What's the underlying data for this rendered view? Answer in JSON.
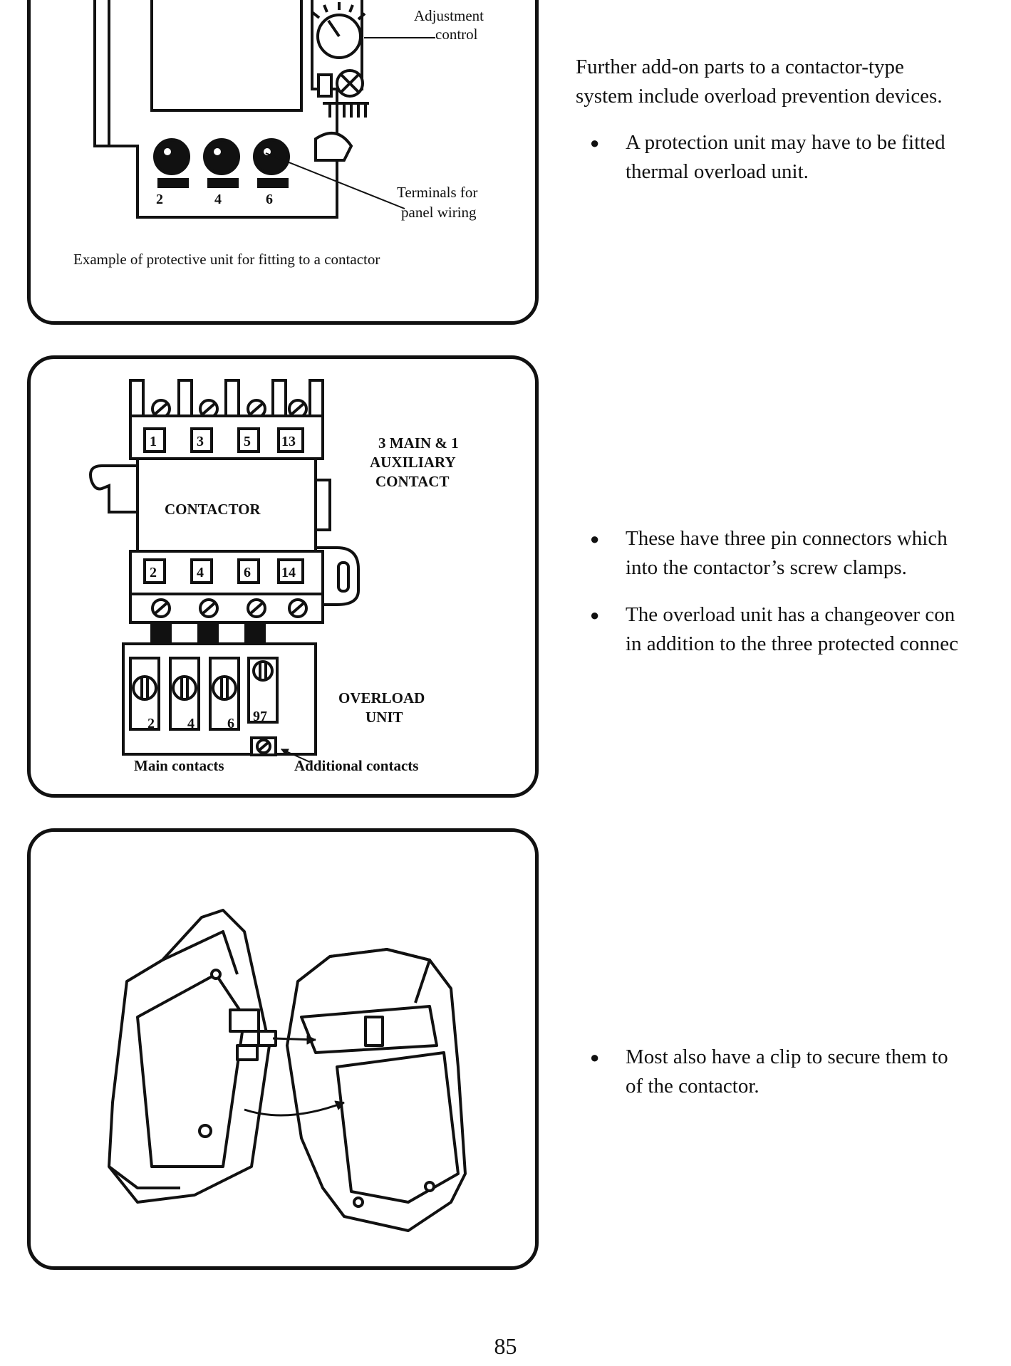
{
  "figure1": {
    "label_adjustment_1": "Adjustment",
    "label_adjustment_2": "control",
    "label_terminals_1": "Terminals for",
    "label_terminals_2": "panel wiring",
    "terminal_numbers": [
      "2",
      "4",
      "6"
    ],
    "caption": "Example of protective unit for fitting to a contactor"
  },
  "figure2": {
    "top_numbers": [
      "1",
      "3",
      "5",
      "13"
    ],
    "bottom_numbers": [
      "2",
      "4",
      "6",
      "14"
    ],
    "overload_numbers": [
      "2",
      "4",
      "6",
      "97"
    ],
    "label_contactor": "CONTACTOR",
    "label_main_aux_1": "3 MAIN & 1",
    "label_main_aux_2": "AUXILIARY",
    "label_main_aux_3": "CONTACT",
    "label_overload_1": "OVERLOAD",
    "label_overload_2": "UNIT",
    "label_main_contacts": "Main contacts",
    "label_additional_contacts": "Additional contacts"
  },
  "text": {
    "intro_line1": "Further add-on parts to a contactor-type",
    "intro_line2": "system include overload prevention devices.",
    "bullet1_line1": "A protection unit may have to be fitted",
    "bullet1_line2": "thermal overload unit.",
    "bullet2_line1": "These have three pin connectors which",
    "bullet2_line2": "into the contactor’s screw clamps.",
    "bullet3_line1": "The overload unit has a changeover con",
    "bullet3_line2": "in addition to the three protected connec",
    "bullet4_line1": "Most also have a clip to secure them to",
    "bullet4_line2": "of the contactor.",
    "bullet_symbol": "●"
  },
  "page_number": "85"
}
